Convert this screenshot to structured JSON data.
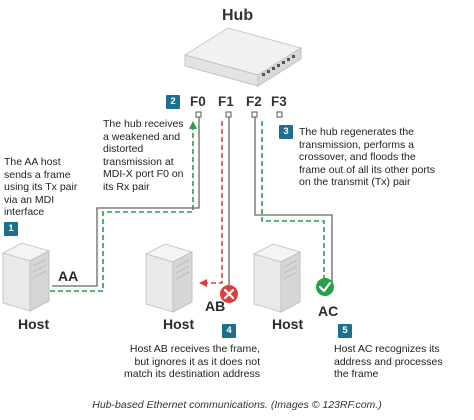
{
  "hub_label": "Hub",
  "ports": [
    "F0",
    "F1",
    "F2",
    "F3"
  ],
  "hosts": [
    {
      "label": "Host",
      "port": "AA"
    },
    {
      "label": "Host",
      "port": "AB"
    },
    {
      "label": "Host",
      "port": "AC"
    }
  ],
  "steps": [
    {
      "num": "1",
      "lines": [
        "The AA host",
        "sends a frame",
        "using its Tx pair",
        "via an MDI",
        "interface"
      ]
    },
    {
      "num": "2",
      "lines": [
        "The hub receives",
        "a weakened and",
        "distorted",
        "transmission at",
        "MDI-X port F0 on",
        "its Rx pair"
      ]
    },
    {
      "num": "3",
      "lines": [
        "The hub regenerates the",
        "transmission, performs a",
        "crossover, and floods the",
        "frame out of all its other ports",
        "on the transmit (Tx) pair"
      ]
    },
    {
      "num": "4",
      "lines": [
        "Host AB receives the frame,",
        "but ignores it as it does not",
        "match its destination address"
      ]
    },
    {
      "num": "5",
      "lines": [
        "Host AC recognizes its",
        "address and processes",
        "the frame"
      ]
    }
  ],
  "caption": "Hub-based Ethernet communications. (Images © 123RF.com.)",
  "colors": {
    "green": "#22a04a",
    "red": "#e0403a",
    "step_blue": "#1e6f8e",
    "wire": "#555555"
  }
}
